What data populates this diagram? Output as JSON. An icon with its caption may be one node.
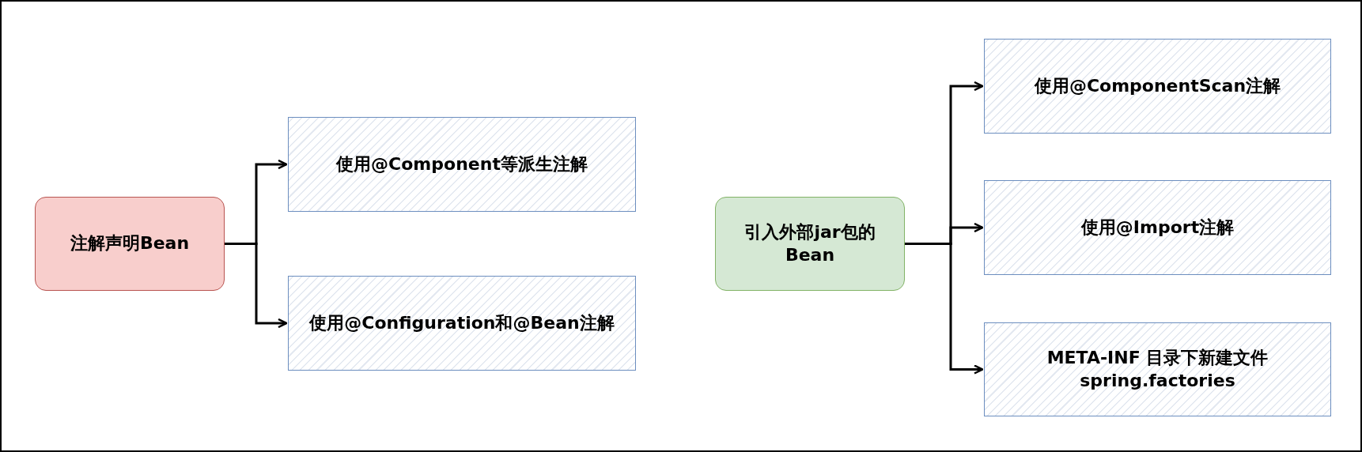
{
  "diagram": {
    "nodes": [
      {
        "text": [
          "注解声明Bean"
        ]
      },
      {
        "text": [
          "使用@Component等派生注解"
        ]
      },
      {
        "text": [
          "使用@Configuration和@Bean注解"
        ]
      },
      {
        "text": [
          "引入外部jar包的Bean"
        ]
      },
      {
        "text": [
          "使用@ComponentScan注解"
        ]
      },
      {
        "text": [
          "使用@Import注解"
        ]
      },
      {
        "text": [
          "META-INF 目录下新建文件 spring.factories"
        ]
      }
    ],
    "edges": [
      {
        "from": 0,
        "to": 1,
        "arrow": "to"
      },
      {
        "from": 0,
        "to": 2,
        "arrow": "to"
      },
      {
        "from": 3,
        "to": 4,
        "arrow": "to"
      },
      {
        "from": 3,
        "to": 5,
        "arrow": "to"
      },
      {
        "from": 3,
        "to": 6,
        "arrow": "to"
      }
    ]
  }
}
